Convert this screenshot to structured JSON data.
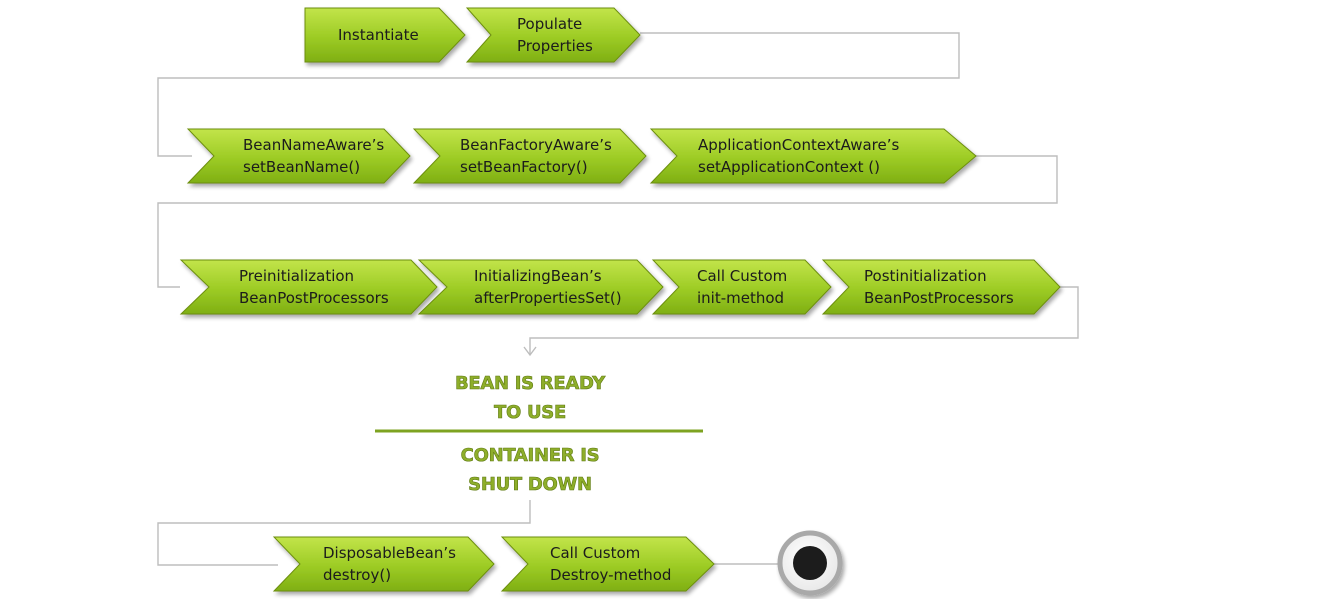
{
  "colors": {
    "step_fill_light": "#b9dd3c",
    "step_fill_dark": "#7fb015",
    "step_border": "#6c8e10",
    "connector": "#bdbdbd",
    "status_text": "#8eae2a",
    "divider": "#7ea321",
    "end_node": "#1a1a1a"
  },
  "steps": [
    {
      "id": "instantiate",
      "lines": [
        "Instantiate"
      ]
    },
    {
      "id": "populate-properties",
      "lines": [
        "Populate",
        "Properties"
      ]
    },
    {
      "id": "bean-name-aware",
      "lines": [
        "BeanNameAware’s",
        "setBeanName()"
      ]
    },
    {
      "id": "bean-factory-aware",
      "lines": [
        "BeanFactoryAware’s",
        "setBeanFactory()"
      ]
    },
    {
      "id": "application-context-aware",
      "lines": [
        "ApplicationContextAware’s",
        "setApplicationContext ()"
      ]
    },
    {
      "id": "preinitialization",
      "lines": [
        "Preinitialization",
        "BeanPostProcessors"
      ]
    },
    {
      "id": "initializing-bean",
      "lines": [
        "InitializingBean’s",
        "afterPropertiesSet()"
      ]
    },
    {
      "id": "custom-init-method",
      "lines": [
        "Call Custom",
        "init-method"
      ]
    },
    {
      "id": "postinitialization",
      "lines": [
        "Postinitialization",
        "BeanPostProcessors"
      ]
    },
    {
      "id": "disposable-bean",
      "lines": [
        "DisposableBean’s",
        "destroy()"
      ]
    },
    {
      "id": "custom-destroy-method",
      "lines": [
        "Call Custom",
        "Destroy-method"
      ]
    }
  ],
  "status": {
    "ready": [
      "BEAN IS READY",
      "TO USE"
    ],
    "shutdown": [
      "CONTAINER IS",
      "SHUT DOWN"
    ]
  },
  "end_node": {
    "icon": "end-state-icon"
  }
}
